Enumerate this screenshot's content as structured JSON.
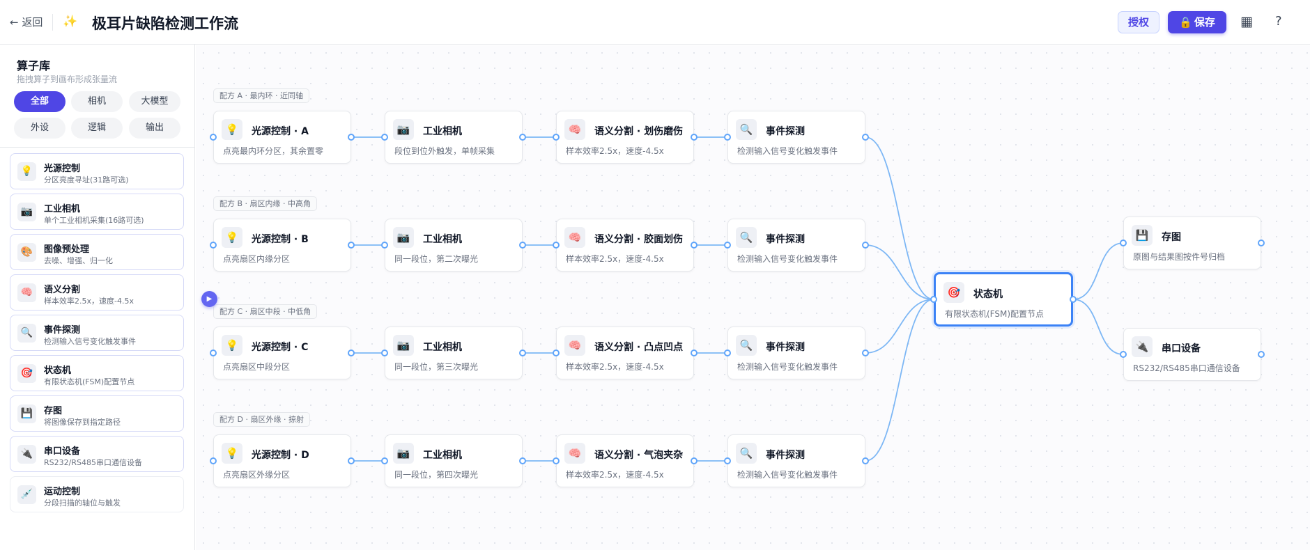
{
  "header": {
    "back_label": "← 返回",
    "title": "极耳片缺陷检测工作流",
    "auth_label": "授权",
    "save_label": "保存"
  },
  "icons": {
    "sparkle": "sparkle-icon",
    "lock": "lock-icon",
    "grid": "grid-icon",
    "help": "help-icon",
    "play": "play-icon"
  },
  "colors": {
    "accent": "#4f46e5",
    "wire": "#60a5fa",
    "selected_border": "#3b82f6"
  },
  "sidebar": {
    "title": "算子库",
    "subtitle": "拖拽算子到画布形成张量流",
    "filters": [
      {
        "label": "全部",
        "active": true
      },
      {
        "label": "相机",
        "active": false
      },
      {
        "label": "大模型",
        "active": false
      },
      {
        "label": "外设",
        "active": false
      },
      {
        "label": "逻辑",
        "active": false
      },
      {
        "label": "输出",
        "active": false
      }
    ],
    "operators": [
      {
        "name": "光源控制",
        "desc": "分区亮度寻址(31路可选)",
        "icon": "💡"
      },
      {
        "name": "工业相机",
        "desc": "单个工业相机采集(16路可选)",
        "icon": "📷"
      },
      {
        "name": "图像预处理",
        "desc": "去噪、增强、归一化",
        "icon": "🎨"
      },
      {
        "name": "语义分割",
        "desc": "样本效率2.5x，速度-4.5x",
        "icon": "🧠"
      },
      {
        "name": "事件探测",
        "desc": "检测输入信号变化触发事件",
        "icon": "🔍"
      },
      {
        "name": "状态机",
        "desc": "有限状态机(FSM)配置节点",
        "icon": "🎯"
      },
      {
        "name": "存图",
        "desc": "将图像保存到指定路径",
        "icon": "💾"
      },
      {
        "name": "串口设备",
        "desc": "RS232/RS485串口通信设备",
        "icon": "🔌"
      },
      {
        "name": "运动控制",
        "desc": "分段扫描的轴位与触发",
        "icon": "💉"
      }
    ]
  },
  "canvas": {
    "groups": [
      {
        "label": "配方 A · 最内环 · 近同轴",
        "nodes": [
          {
            "title": "光源控制 · A",
            "desc": "点亮最内环分区，其余置零",
            "icon": "💡"
          },
          {
            "title": "工业相机",
            "desc": "段位到位外触发，单帧采集",
            "icon": "📷"
          },
          {
            "title": "语义分割 · 划伤磨伤",
            "desc": "样本效率2.5x，速度-4.5x",
            "icon": "🧠"
          },
          {
            "title": "事件探测",
            "desc": "检测输入信号变化触发事件",
            "icon": "🔍"
          }
        ]
      },
      {
        "label": "配方 B · 扇区内缘 · 中高角",
        "nodes": [
          {
            "title": "光源控制 · B",
            "desc": "点亮扇区内缘分区",
            "icon": "💡"
          },
          {
            "title": "工业相机",
            "desc": "同一段位，第二次曝光",
            "icon": "📷"
          },
          {
            "title": "语义分割 · 胶面划伤",
            "desc": "样本效率2.5x，速度-4.5x",
            "icon": "🧠"
          },
          {
            "title": "事件探测",
            "desc": "检测输入信号变化触发事件",
            "icon": "🔍"
          }
        ]
      },
      {
        "label": "配方 C · 扇区中段 · 中低角",
        "nodes": [
          {
            "title": "光源控制 · C",
            "desc": "点亮扇区中段分区",
            "icon": "💡"
          },
          {
            "title": "工业相机",
            "desc": "同一段位，第三次曝光",
            "icon": "📷"
          },
          {
            "title": "语义分割 · 凸点凹点",
            "desc": "样本效率2.5x，速度-4.5x",
            "icon": "🧠"
          },
          {
            "title": "事件探测",
            "desc": "检测输入信号变化触发事件",
            "icon": "🔍"
          }
        ]
      },
      {
        "label": "配方 D · 扇区外缘 · 掠射",
        "nodes": [
          {
            "title": "光源控制 · D",
            "desc": "点亮扇区外缘分区",
            "icon": "💡"
          },
          {
            "title": "工业相机",
            "desc": "同一段位，第四次曝光",
            "icon": "📷"
          },
          {
            "title": "语义分割 · 气泡夹杂",
            "desc": "样本效率2.5x，速度-4.5x",
            "icon": "🧠"
          },
          {
            "title": "事件探测",
            "desc": "检测输入信号变化触发事件",
            "icon": "🔍"
          }
        ]
      }
    ],
    "fsm_node": {
      "title": "状态机",
      "desc": "有限状态机(FSM)配置节点",
      "icon": "🎯"
    },
    "outputs": [
      {
        "title": "存图",
        "desc": "原图与结果图按件号归档",
        "icon": "💾"
      },
      {
        "title": "串口设备",
        "desc": "RS232/RS485串口通信设备",
        "icon": "🔌"
      }
    ]
  }
}
